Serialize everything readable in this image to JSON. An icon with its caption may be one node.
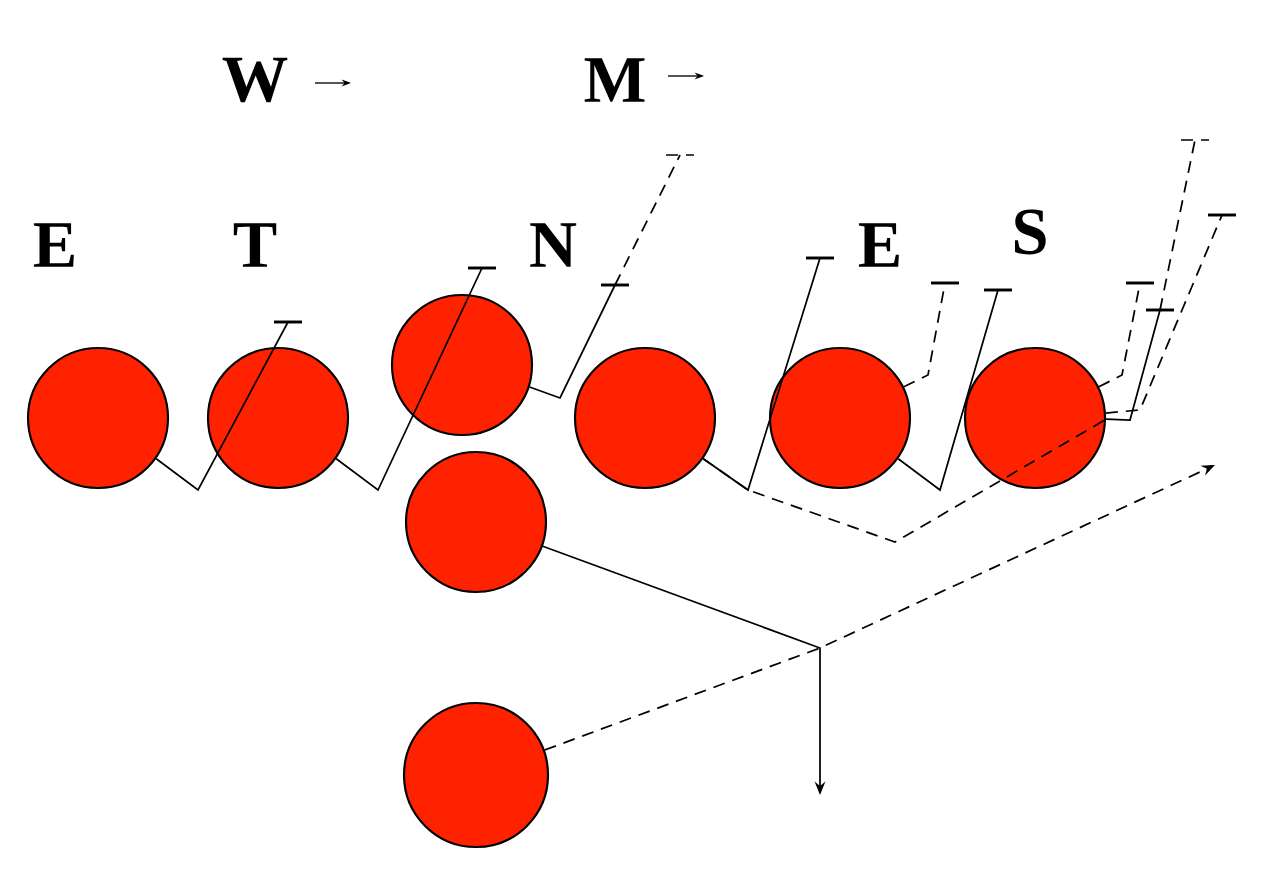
{
  "diagram": {
    "nodes": [
      {
        "text": [],
        "shape": "circle"
      },
      {
        "text": [],
        "shape": "circle"
      },
      {
        "text": [],
        "shape": "circle"
      },
      {
        "text": [],
        "shape": "circle"
      },
      {
        "text": [],
        "shape": "circle"
      },
      {
        "text": [],
        "shape": "circle"
      },
      {
        "text": [],
        "shape": "circle"
      },
      {
        "text": [],
        "shape": "circle"
      }
    ],
    "edges": [
      {
        "from": 0,
        "to": null,
        "arrow": "other"
      },
      {
        "from": 1,
        "to": null,
        "arrow": "other"
      },
      {
        "from": 2,
        "to": null,
        "arrow": "other"
      },
      {
        "from": 3,
        "to": null,
        "arrow": "other"
      },
      {
        "from": 3,
        "to": 5,
        "arrow": "none",
        "style": "dashed"
      },
      {
        "from": 4,
        "to": null,
        "arrow": "other",
        "style": "dashed"
      },
      {
        "from": 4,
        "to": null,
        "arrow": "other"
      },
      {
        "from": 5,
        "to": null,
        "arrow": "other",
        "style": "dashed"
      },
      {
        "from": 5,
        "to": null,
        "arrow": "other"
      },
      {
        "from": 5,
        "to": null,
        "arrow": "other",
        "style": "dashed"
      },
      {
        "from": 6,
        "to": null,
        "arrow": "to"
      },
      {
        "from": 7,
        "to": null,
        "arrow": "to",
        "style": "dashed"
      }
    ],
    "labels": [
      "W",
      "M",
      "E",
      "T",
      "N",
      "E",
      "S"
    ]
  }
}
